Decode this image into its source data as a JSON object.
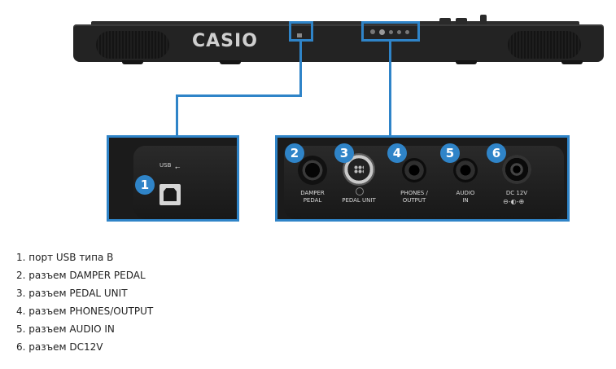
{
  "brand": "CASIO",
  "badges": [
    "1",
    "2",
    "3",
    "4",
    "5",
    "6"
  ],
  "usb_label": "USB",
  "port_labels": {
    "damper": [
      "DAMPER",
      "PEDAL"
    ],
    "pedal_unit": "PEDAL UNIT",
    "phones": [
      "PHONES /",
      "OUTPUT"
    ],
    "audio_in": [
      "AUDIO",
      "IN"
    ],
    "dc": "DC 12V"
  },
  "legend": [
    "1. порт USB типа B",
    "2. разъем DAMPER PEDAL",
    "3. разъем PEDAL UNIT",
    "4. разъем PHONES/OUTPUT",
    "5. разъем AUDIO IN",
    "6. разъем DC12V"
  ],
  "colors": {
    "accent": "#2f84c8",
    "panel": "#1b1b1b",
    "text": "#222222"
  }
}
